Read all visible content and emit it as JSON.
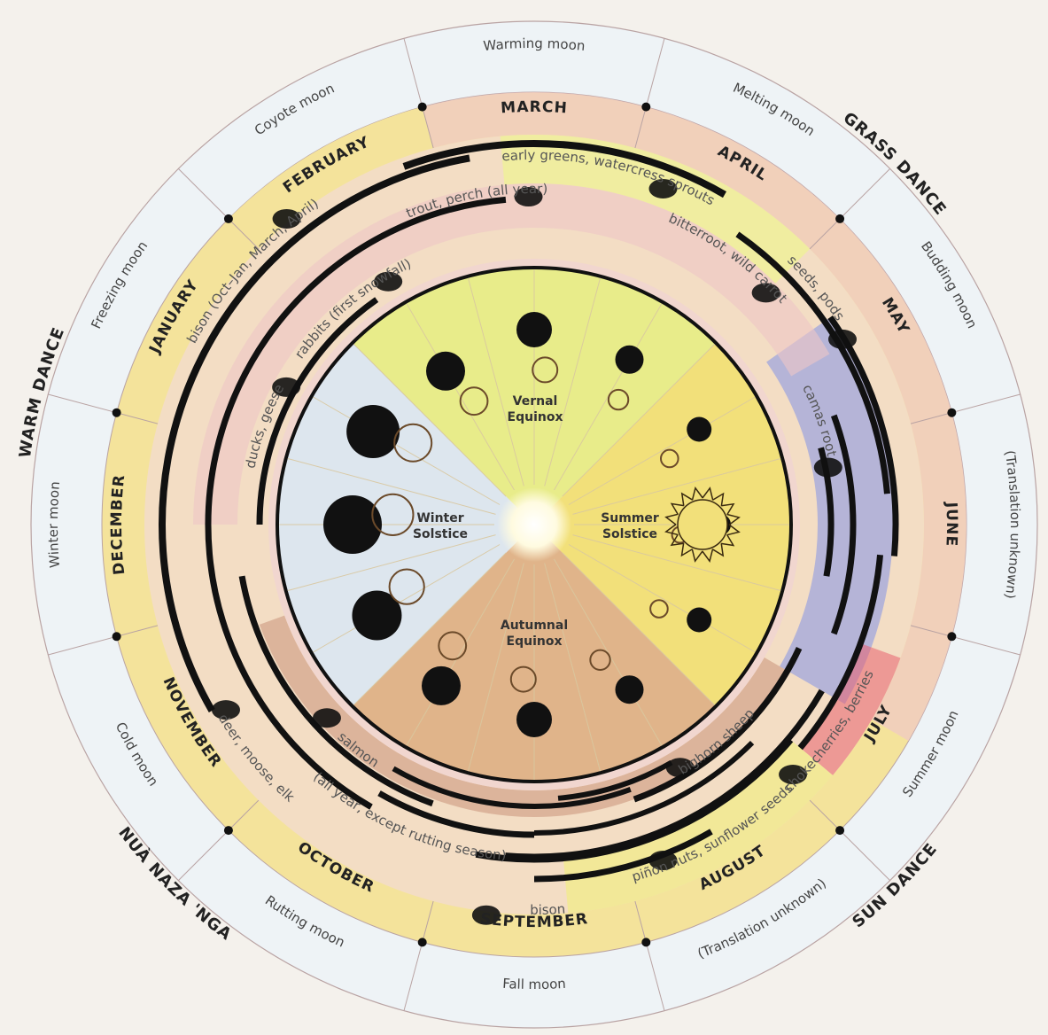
{
  "center_labels": {
    "vernal": [
      "Vernal",
      "Equinox"
    ],
    "summer": [
      "Summer",
      "Solstice"
    ],
    "autumnal": [
      "Autumnal",
      "Equinox"
    ],
    "winter": [
      "Winter",
      "Solstice"
    ]
  },
  "months": [
    {
      "name": "MARCH",
      "angle": 0
    },
    {
      "name": "APRIL",
      "angle": 30
    },
    {
      "name": "MAY",
      "angle": 60
    },
    {
      "name": "JUNE",
      "angle": 90
    },
    {
      "name": "JULY",
      "angle": 120
    },
    {
      "name": "AUGUST",
      "angle": 150
    },
    {
      "name": "SEPTEMBER",
      "angle": 180
    },
    {
      "name": "OCTOBER",
      "angle": 210
    },
    {
      "name": "NOVEMBER",
      "angle": 240
    },
    {
      "name": "DECEMBER",
      "angle": 270
    },
    {
      "name": "JANUARY",
      "angle": 300
    },
    {
      "name": "FEBRUARY",
      "angle": 330
    }
  ],
  "moons": [
    {
      "name": "Warming moon",
      "angle": 0
    },
    {
      "name": "Melting moon",
      "angle": 30
    },
    {
      "name": "Budding moon",
      "angle": 60
    },
    {
      "name": "(Translation unknown)",
      "angle": 90
    },
    {
      "name": "Summer moon",
      "angle": 120
    },
    {
      "name": "(Translation unknown)",
      "angle": 150
    },
    {
      "name": "Fall moon",
      "angle": 180
    },
    {
      "name": "Rutting moon",
      "angle": 210
    },
    {
      "name": "Cold moon",
      "angle": 240
    },
    {
      "name": "Winter moon",
      "angle": 270
    },
    {
      "name": "Freezing moon",
      "angle": 300
    },
    {
      "name": "Coyote moon",
      "angle": 330
    }
  ],
  "dances": [
    {
      "name": "GRASS DANCE",
      "angle": 45
    },
    {
      "name": "SUN DANCE",
      "angle": 135
    },
    {
      "name": "NUÀ NAZA 'NGA",
      "angle": 225
    },
    {
      "name": "WARM DANCE",
      "angle": 285
    }
  ],
  "resources": [
    {
      "name": "early greens, watercress sprouts",
      "angle": 12,
      "ring": "r7",
      "icon": "plant-sprout-icon"
    },
    {
      "name": "seeds, pods",
      "angle": 50,
      "ring": "r7",
      "icon": "seed-pods-icon"
    },
    {
      "name": "trout, perch (all year)",
      "angle": -10,
      "ring": "r6",
      "icon": "fish-icon"
    },
    {
      "name": "bitterroot, wild carrot",
      "angle": 36,
      "ring": "r6",
      "icon": "root-icon"
    },
    {
      "name": "camas root",
      "angle": 70,
      "ring": "r5",
      "icon": "camas-icon"
    },
    {
      "name": "bison (Oct–Jan, March, April)",
      "angle": -48,
      "ring": "r8",
      "icon": "bison-icon"
    },
    {
      "name": "rabbits (first snowfall)",
      "angle": -40,
      "ring": "r4",
      "icon": "rabbit-icon"
    },
    {
      "name": "ducks, geese",
      "angle": -70,
      "ring": "r4",
      "icon": "goose-icon"
    },
    {
      "name": "deer, moose, elk",
      "angle": -130,
      "ring": "r7",
      "icon": "deer-icon"
    },
    {
      "name": "(all year, except rutting season)",
      "angle": -157,
      "ring": "r6",
      "icon": ""
    },
    {
      "name": "salmon",
      "angle": -142,
      "ring": "r4",
      "icon": "salmon-icon"
    },
    {
      "name": "bison",
      "angle": 178,
      "ring": "r8",
      "icon": "bison-icon"
    },
    {
      "name": "bighorn sheep",
      "angle": 140,
      "ring": "r4",
      "icon": "bighorn-sheep-icon"
    },
    {
      "name": "piñon nuts, sunflower seeds",
      "angle": 150,
      "ring": "r7",
      "icon": "nuts-icon"
    },
    {
      "name": "chokecherries, berries",
      "angle": 125,
      "ring": "r7",
      "icon": "berries-icon"
    }
  ],
  "colors": {
    "spring": "#e8ec8a",
    "summer": "#f2e07a",
    "autumn": "#e0b48a",
    "winter": "#dde6ee",
    "ring_pink": "#f0c9c4",
    "ring_yellow": "#f4e39b",
    "ring_blue": "#dde8f0",
    "camas": "#9aa3e0",
    "berry": "#e86070",
    "ink": "#111111"
  }
}
